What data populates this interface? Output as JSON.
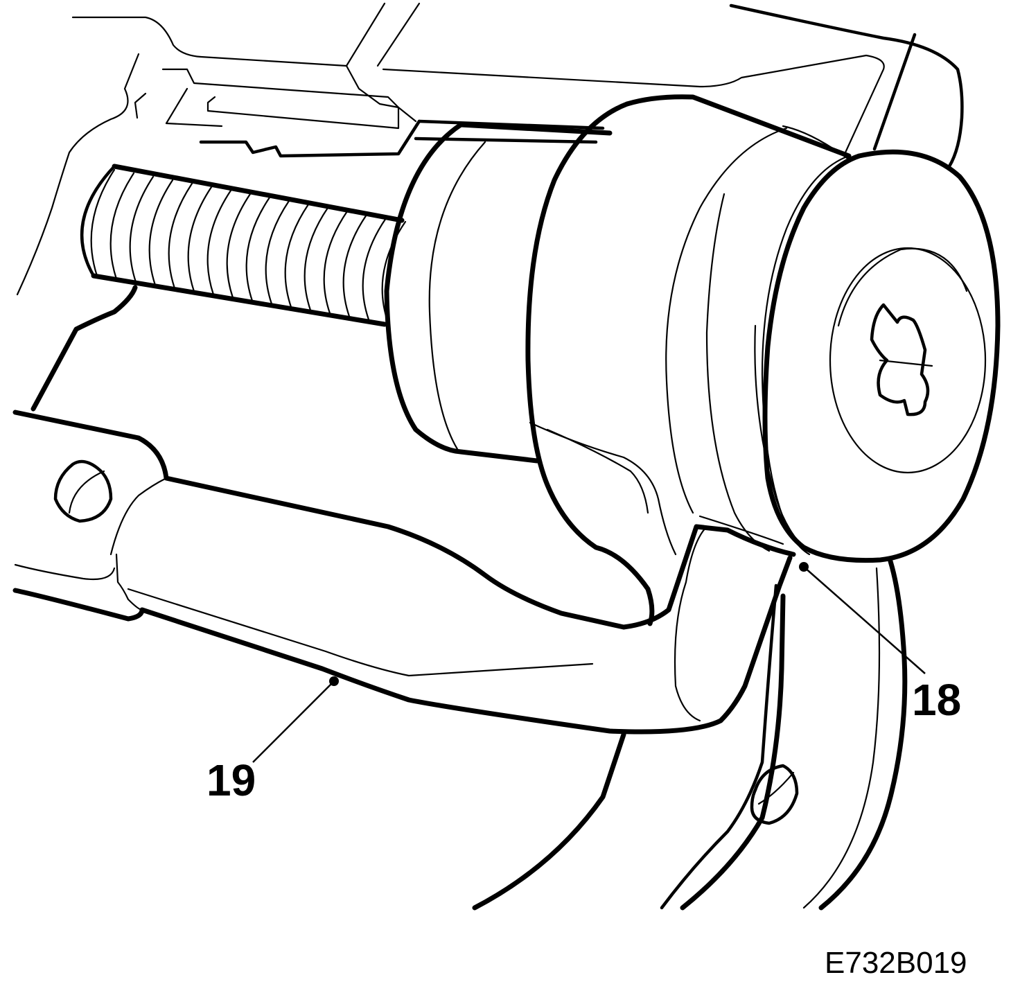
{
  "callouts": {
    "part_18": "18",
    "part_19": "19"
  },
  "figure_id": "E732B019"
}
